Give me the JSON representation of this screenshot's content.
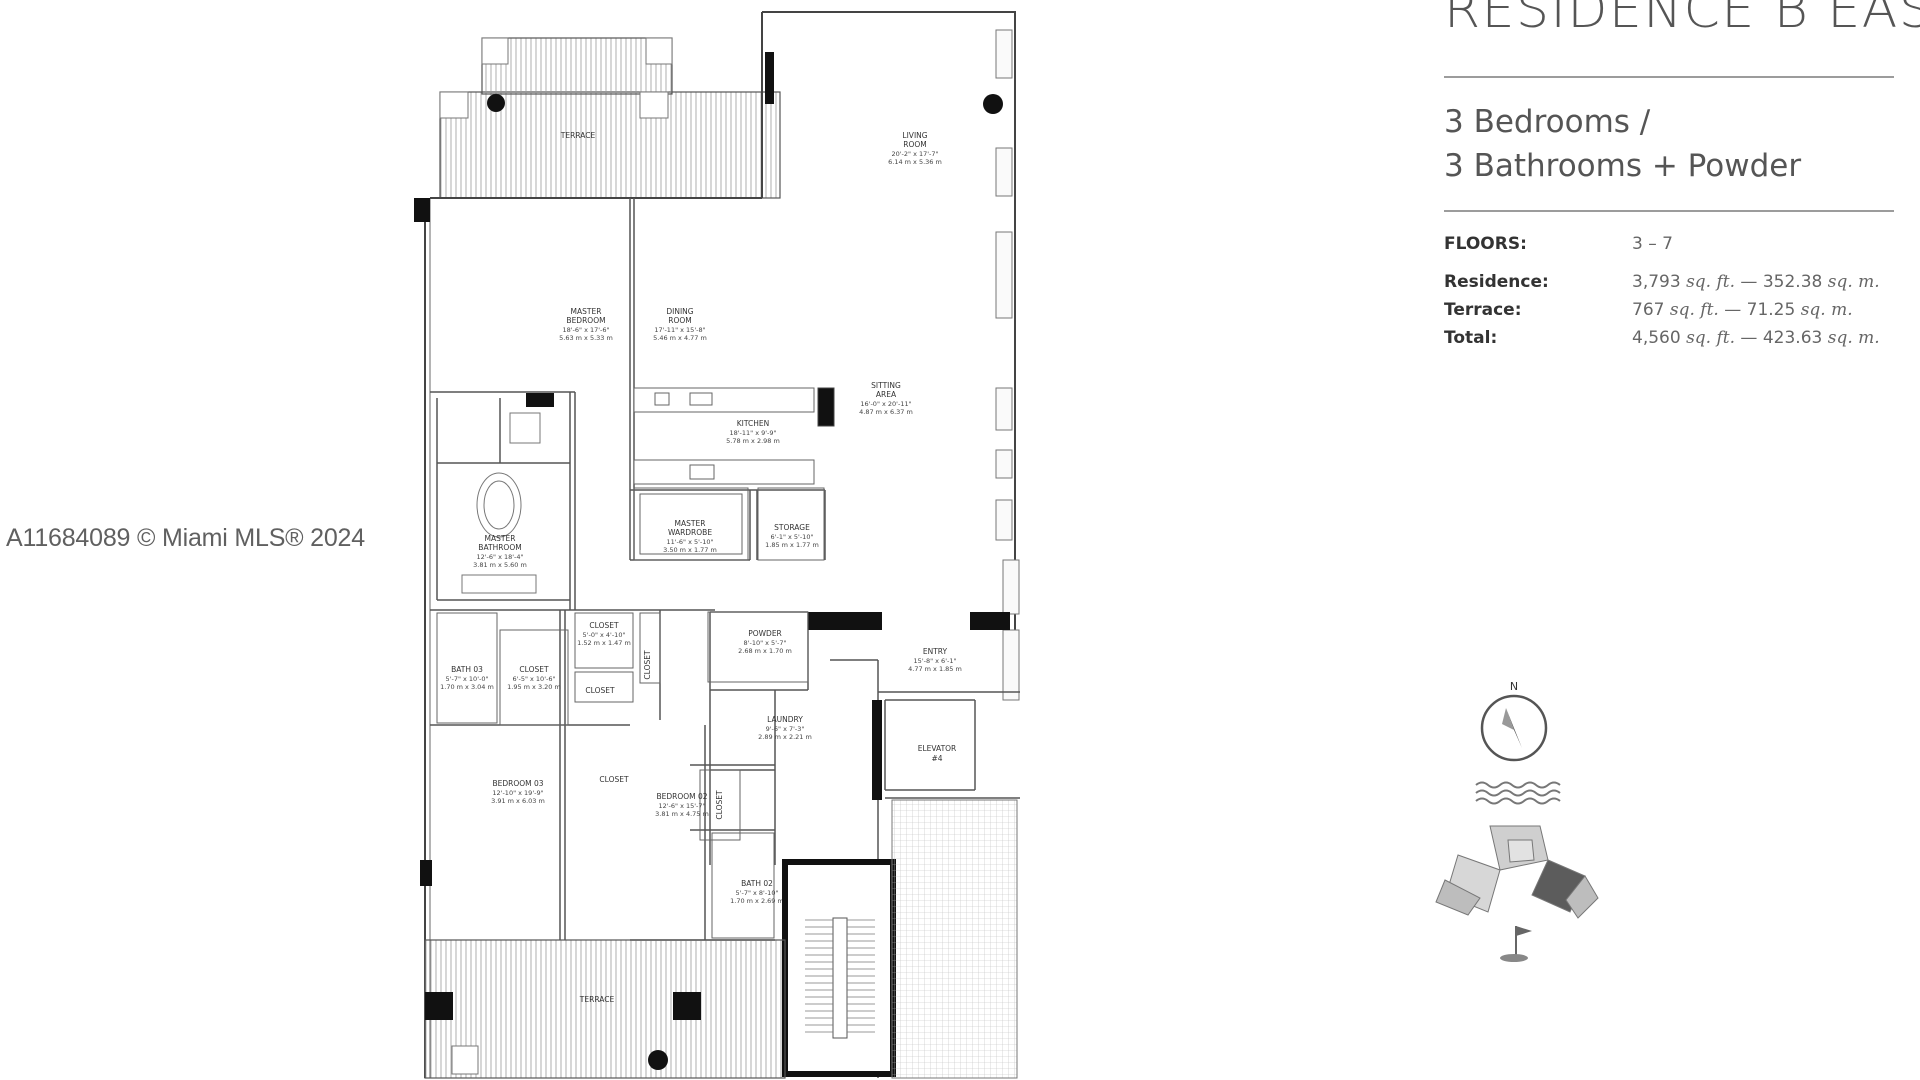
{
  "watermark": "A11684089 © Miami MLS® 2024",
  "residence": {
    "title": "RESIDENCE B EAST",
    "bedrooms_line": "3 Bedrooms /",
    "bathrooms_line": "3 Bathrooms + Powder",
    "specs": [
      {
        "label": "FLOORS:",
        "value": "3 – 7",
        "unit1": "",
        "sep": "",
        "value2": "",
        "unit2": ""
      },
      {
        "label": "Residence:",
        "value": "3,793",
        "unit1": "sq. ft.",
        "sep": " — ",
        "value2": "352.38",
        "unit2": "sq. m."
      },
      {
        "label": "Terrace:",
        "value": "767",
        "unit1": "sq. ft.",
        "sep": " — ",
        "value2": "71.25",
        "unit2": "sq. m."
      },
      {
        "label": "Total:",
        "value": "4,560",
        "unit1": "sq. ft.",
        "sep": " — ",
        "value2": "423.63",
        "unit2": "sq. m."
      }
    ]
  },
  "compass": {
    "north_label": "N"
  },
  "rooms": {
    "terrace_top": {
      "name": "TERRACE"
    },
    "living": {
      "name1": "LIVING",
      "name2": "ROOM",
      "dim1": "20'-2\" x 17'-7\"",
      "dim2": "6.14 m x 5.36 m"
    },
    "master_bedroom": {
      "name1": "MASTER",
      "name2": "BEDROOM",
      "dim1": "18'-6\" x 17'-6\"",
      "dim2": "5.63 m x 5.33 m"
    },
    "dining": {
      "name1": "DINING",
      "name2": "ROOM",
      "dim1": "17'-11\" x 15'-8\"",
      "dim2": "5.46 m x 4.77 m"
    },
    "sitting": {
      "name1": "SITTING",
      "name2": "AREA",
      "dim1": "16'-0\" x 20'-11\"",
      "dim2": "4.87 m x 6.37 m"
    },
    "kitchen": {
      "name1": "KITCHEN",
      "dim1": "18'-11\" x 9'-9\"",
      "dim2": "5.78 m x 2.98 m"
    },
    "master_bathroom": {
      "name1": "MASTER",
      "name2": "BATHROOM",
      "dim1": "12'-6\" x 18'-4\"",
      "dim2": "3.81 m x 5.60 m"
    },
    "master_wardrobe": {
      "name1": "MASTER",
      "name2": "WARDROBE",
      "dim1": "11'-6\" x 5'-10\"",
      "dim2": "3.50 m x 1.77 m"
    },
    "storage": {
      "name1": "STORAGE",
      "dim1": "6'-1\" x 5'-10\"",
      "dim2": "1.85 m x 1.77 m"
    },
    "closet_a": {
      "name1": "CLOSET",
      "dim1": "5'-0\" x 4'-10\"",
      "dim2": "1.52 m x 1.47 m"
    },
    "bath3": {
      "name1": "BATH 03",
      "dim1": "5'-7\" x 10'-0\"",
      "dim2": "1.70 m x 3.04 m"
    },
    "closet_b": {
      "name1": "CLOSET",
      "dim1": "6'-5\" x 10'-6\"",
      "dim2": "1.95 m x 3.20 m"
    },
    "closet_c": {
      "name1": "CLOSET"
    },
    "closet_d": {
      "name1": "CLOSET"
    },
    "closet_e": {
      "name1": "CLOSET"
    },
    "closet_f": {
      "name1": "CLOSET"
    },
    "powder": {
      "name1": "POWDER",
      "dim1": "8'-10\" x 5'-7\"",
      "dim2": "2.68 m x 1.70 m"
    },
    "entry": {
      "name1": "ENTRY",
      "dim1": "15'-8\" x 6'-1\"",
      "dim2": "4.77 m x 1.85 m"
    },
    "laundry": {
      "name1": "LAUNDRY",
      "dim1": "9'-6\" x 7'-3\"",
      "dim2": "2.89 m x 2.21 m"
    },
    "elevator": {
      "name1": "ELEVATOR",
      "name2": "#4"
    },
    "bedroom3": {
      "name1": "BEDROOM 03",
      "dim1": "12'-10\" x 19'-9\"",
      "dim2": "3.91 m x 6.03 m"
    },
    "bedroom2": {
      "name1": "BEDROOM 02",
      "dim1": "12'-6\" x 15'-7\"",
      "dim2": "3.81 m x 4.75 m"
    },
    "bath2": {
      "name1": "BATH 02",
      "dim1": "5'-7\" x 8'-10\"",
      "dim2": "1.70 m x 2.69 m"
    },
    "terrace_bottom": {
      "name": "TERRACE"
    }
  }
}
